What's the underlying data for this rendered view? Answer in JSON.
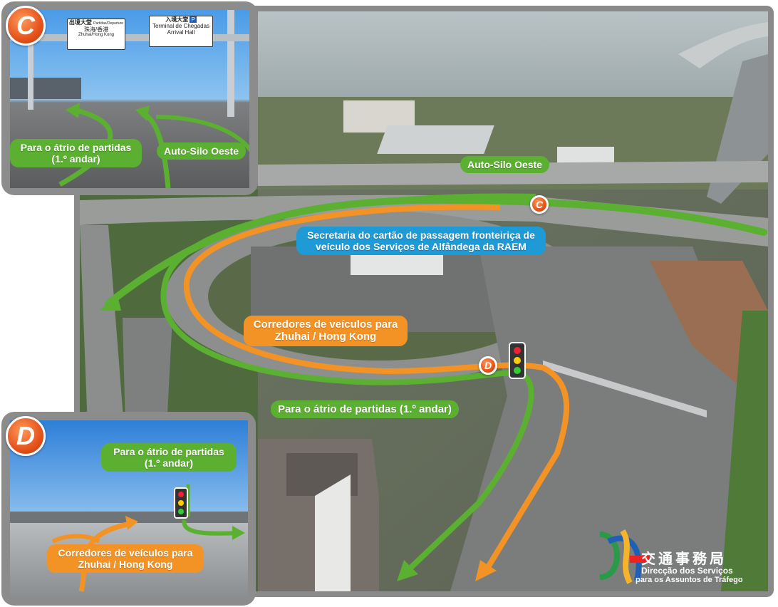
{
  "main_map": {
    "labels": {
      "auto_silo_oeste": "Auto-Silo Oeste",
      "secretaria": "Secretaria do cartão de passagem fronteiriça de veículo dos Serviços de Alfândega da RAEM",
      "corredores": "Corredores de veículos para Zhuhai / Hong Kong",
      "atrio": "Para o átrio de partidas (1.º andar)"
    },
    "markers": {
      "c": "C",
      "d": "D"
    }
  },
  "inset_c": {
    "badge": "C",
    "sign_departure": {
      "title_zh": "出境大堂",
      "title_pt": "Partidas/Departure",
      "dest_zh": "珠海/香港",
      "dest_pt": "Zhuhai/Hong Kong"
    },
    "sign_arrival": {
      "title_zh": "入境大堂",
      "line1": "Terminal de Chegadas",
      "line2": "Arrival Hall",
      "parking": "P"
    },
    "labels": {
      "atrio": "Para o átrio de partidas (1.º andar)",
      "auto_silo": "Auto-Silo Oeste"
    }
  },
  "inset_d": {
    "badge": "D",
    "labels": {
      "atrio": "Para o átrio de partidas (1.º andar)",
      "corredores": "Corredores de veículos para Zhuhai / Hong Kong"
    }
  },
  "logo": {
    "name_zh": "交通事務局",
    "line1": "Direcção dos Serviços",
    "line2": "para os Assuntos de Tráfego"
  },
  "colors": {
    "green": "#5cb031",
    "orange": "#f39325",
    "blue": "#1e9ad6",
    "badge": "#e5531b"
  }
}
